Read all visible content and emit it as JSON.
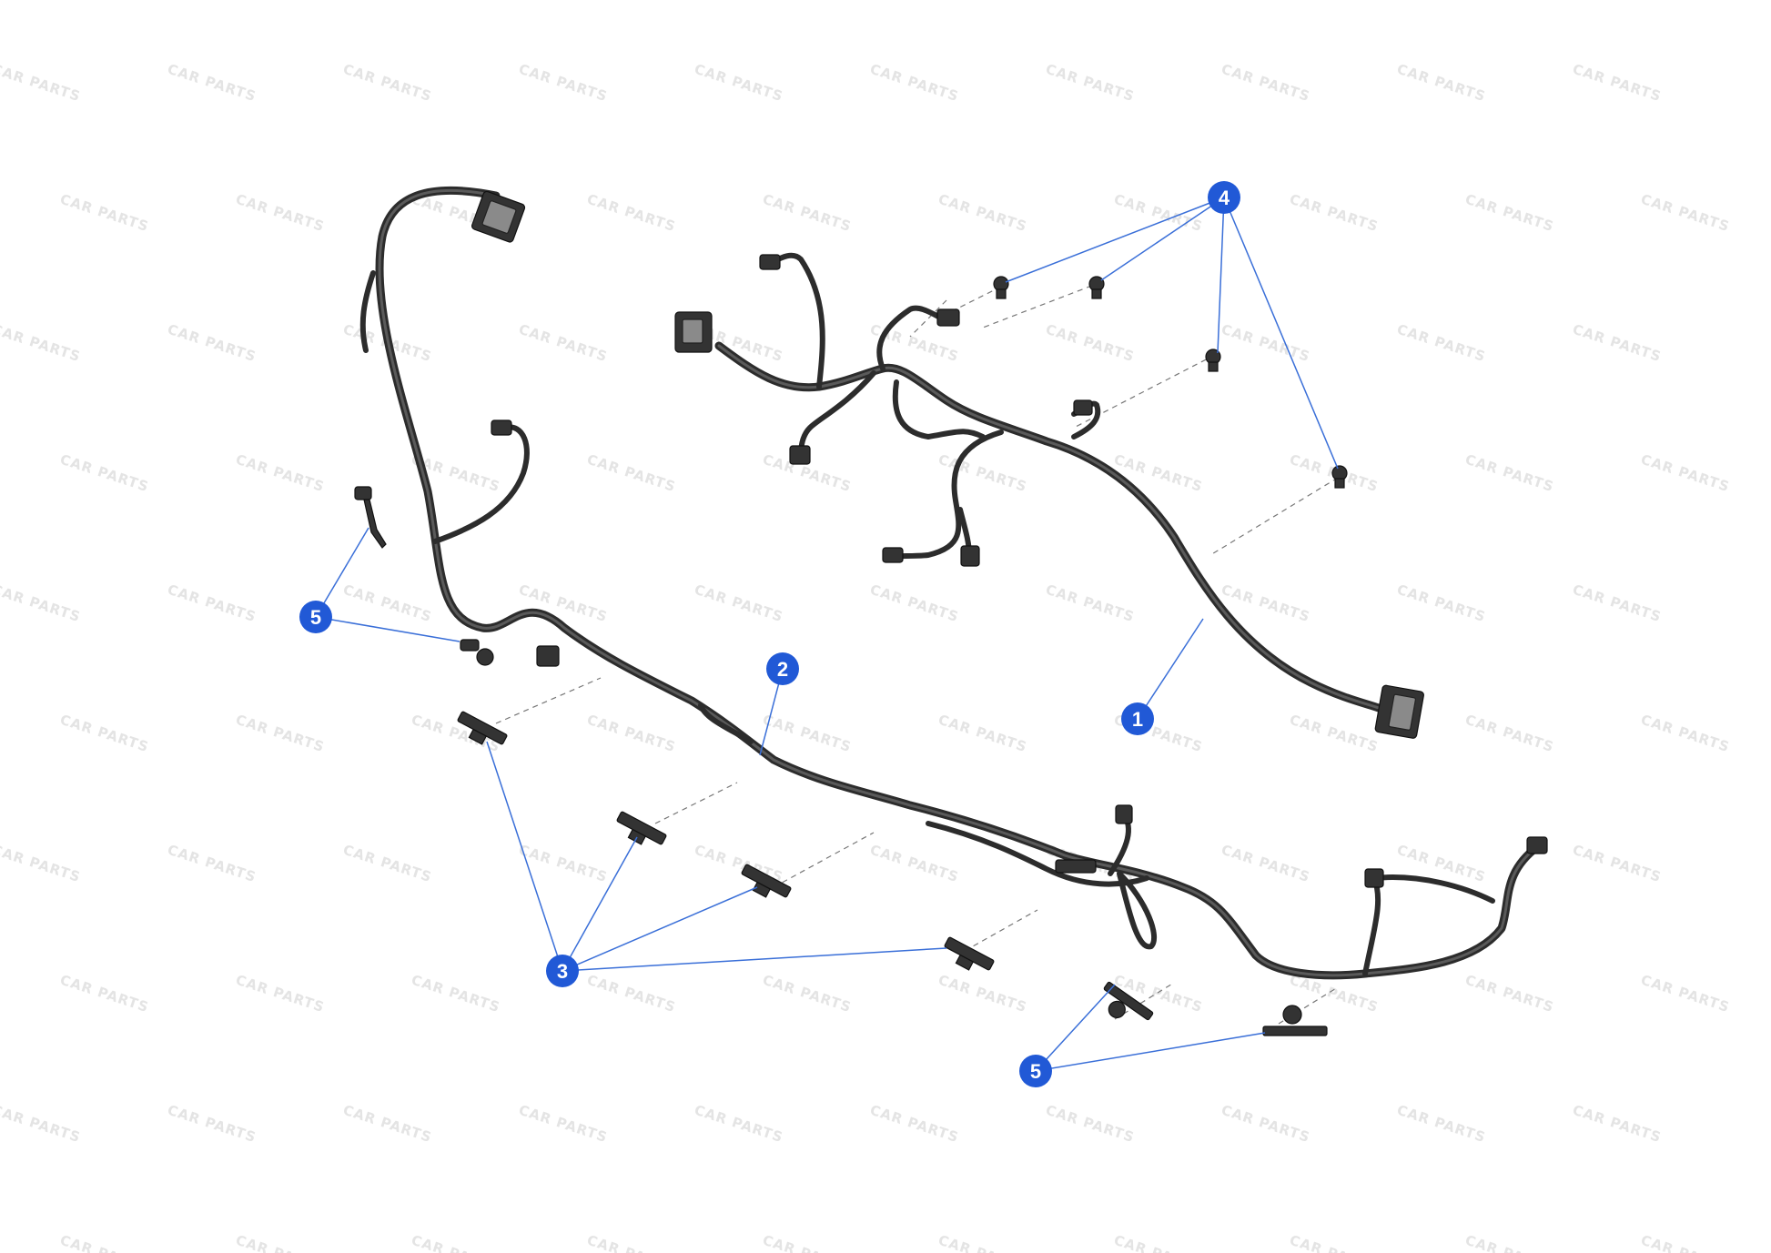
{
  "watermark": {
    "text": "CAR PARTS",
    "color": "#e4e4e4"
  },
  "callout_color": "#2159d6",
  "leader_color": "#3a6fd8",
  "callouts": [
    {
      "id": "callout-1",
      "label": "1"
    },
    {
      "id": "callout-2",
      "label": "2"
    },
    {
      "id": "callout-3",
      "label": "3"
    },
    {
      "id": "callout-4",
      "label": "4"
    },
    {
      "id": "callout-5a",
      "label": "5"
    },
    {
      "id": "callout-5b",
      "label": "5"
    }
  ],
  "icons": {
    "connector": "connector-icon",
    "clip": "clip-icon",
    "grommet": "grommet-icon",
    "bracket": "bracket-icon"
  }
}
